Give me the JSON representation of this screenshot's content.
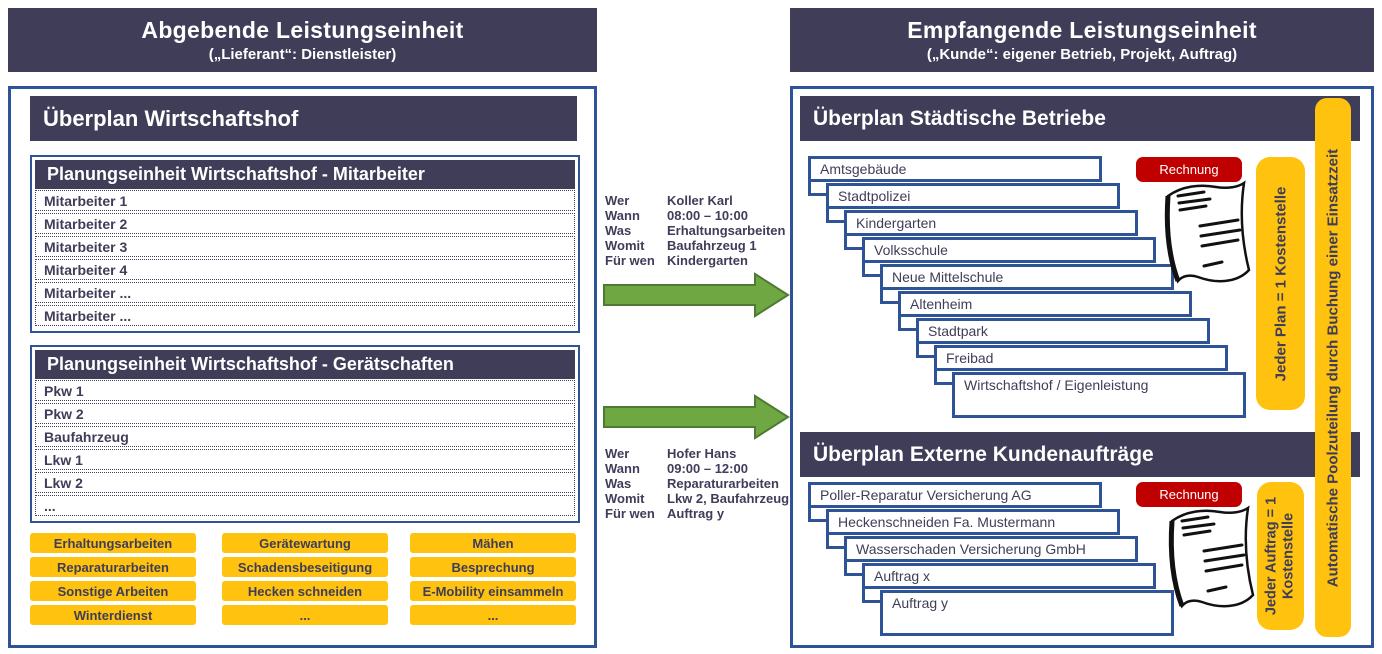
{
  "colors": {
    "navy": "#3F3D58",
    "panel_border_blue": "#2E5397",
    "accent_yellow": "#FFC20E",
    "invoice_red": "#C00000",
    "arrow_green": "#6FA843"
  },
  "banners": {
    "left": {
      "title": "Abgebende Leistungseinheit",
      "subtitle": "(„Lieferant“: Dienstleister)"
    },
    "right": {
      "title": "Empfangende Leistungseinheit",
      "subtitle": "(„Kunde“: eigener Betrieb, Projekt, Auftrag)"
    }
  },
  "left_panel": {
    "title": "Überplan Wirtschaftshof",
    "groups": [
      {
        "title": "Planungseinheit Wirtschaftshof - Mitarbeiter",
        "items": [
          "Mitarbeiter 1",
          "Mitarbeiter 2",
          "Mitarbeiter 3",
          "Mitarbeiter 4",
          "Mitarbeiter ...",
          "Mitarbeiter ..."
        ]
      },
      {
        "title": "Planungseinheit Wirtschaftshof - Gerätschaften",
        "items": [
          "Pkw 1",
          "Pkw 2",
          "Baufahrzeug",
          "Lkw 1",
          "Lkw 2",
          "..."
        ]
      }
    ],
    "tags": [
      [
        "Erhaltungsarbeiten",
        "Reparaturarbeiten",
        "Sonstige Arbeiten",
        "Winterdienst"
      ],
      [
        "Gerätewartung",
        "Schadensbeseitigung",
        "Hecken schneiden",
        "..."
      ],
      [
        "Mähen",
        "Besprechung",
        "E-Mobility einsammeln",
        "..."
      ]
    ]
  },
  "bookings": [
    {
      "fields": [
        {
          "label": "Wer",
          "value": "Koller Karl"
        },
        {
          "label": "Wann",
          "value": "08:00 – 10:00"
        },
        {
          "label": "Was",
          "value": "Erhaltungsarbeiten"
        },
        {
          "label": "Womit",
          "value": "Baufahrzeug 1"
        },
        {
          "label": "Für wen",
          "value": "Kindergarten"
        }
      ]
    },
    {
      "fields": [
        {
          "label": "Wer",
          "value": "Hofer Hans"
        },
        {
          "label": "Wann",
          "value": "09:00 – 12:00"
        },
        {
          "label": "Was",
          "value": "Reparaturarbeiten"
        },
        {
          "label": "Womit",
          "value": "Lkw 2, Baufahrzeug"
        },
        {
          "label": "Für wen",
          "value": "Auftrag y"
        }
      ]
    }
  ],
  "right_panel": {
    "plans": [
      {
        "title": "Überplan Städtische Betriebe",
        "invoice_label": "Rechnung",
        "cost_note": "Jeder Plan = 1 Kostenstelle",
        "items": [
          "Amtsgebäude",
          "Stadtpolizei",
          "Kindergarten",
          "Volksschule",
          "Neue Mittelschule",
          "Altenheim",
          "Stadtpark",
          "Freibad",
          "Wirtschaftshof / Eigenleistung"
        ]
      },
      {
        "title": "Überplan Externe Kundenaufträge",
        "invoice_label": "Rechnung",
        "cost_note": "Jeder Auftrag = 1 Kostenstelle",
        "items": [
          "Poller-Reparatur Versicherung AG",
          "Heckenschneiden Fa. Mustermann",
          "Wasserschaden Versicherung GmbH",
          "Auftrag x",
          "Auftrag y"
        ]
      }
    ],
    "pool_note": "Automatische Poolzuteilung durch Buchung einer Einsatzzeit"
  }
}
